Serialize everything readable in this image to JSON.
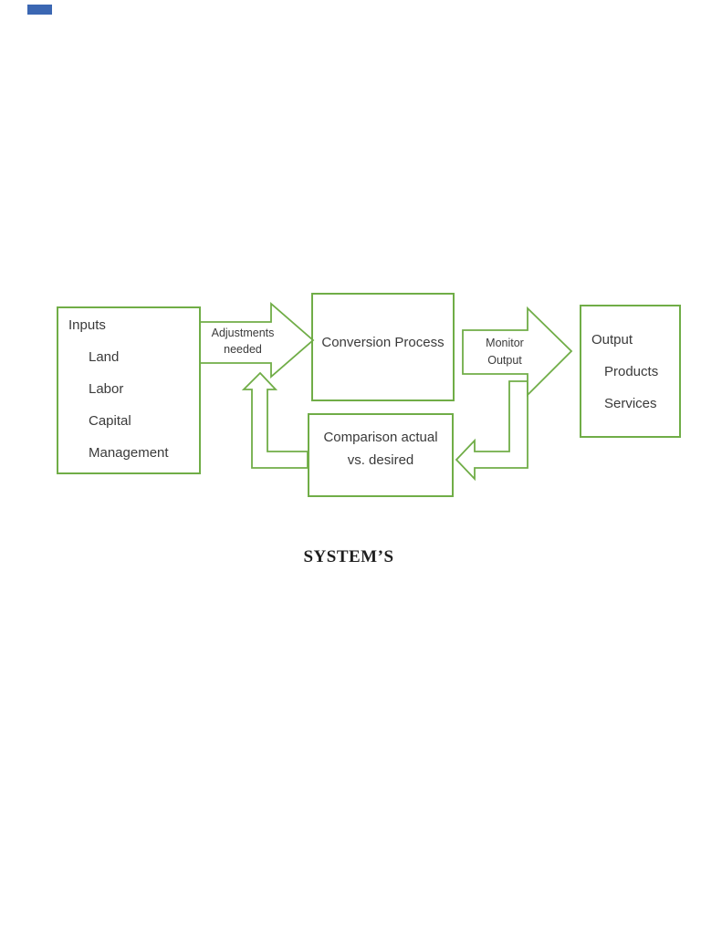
{
  "page": {
    "background": "#ffffff",
    "accent_green": "#70ad47",
    "text_color": "#3a3a3a",
    "marker_color": "#3b67b3"
  },
  "diagram": {
    "inputs_box": {
      "title": "Inputs",
      "items": [
        "Land",
        "Labor",
        "Capital",
        "Management"
      ]
    },
    "conversion_box": {
      "label": "Conversion Process"
    },
    "output_box": {
      "title": "Output",
      "items": [
        "Products",
        "Services"
      ]
    },
    "comparison_box": {
      "line1": "Comparison actual",
      "line2": "vs. desired"
    },
    "adjustments_arrow": {
      "line1": "Adjustments",
      "line2": "needed"
    },
    "monitor_arrow": {
      "line1": "Monitor",
      "line2": "Output"
    }
  },
  "caption": {
    "title": "SYSTEM’S"
  }
}
